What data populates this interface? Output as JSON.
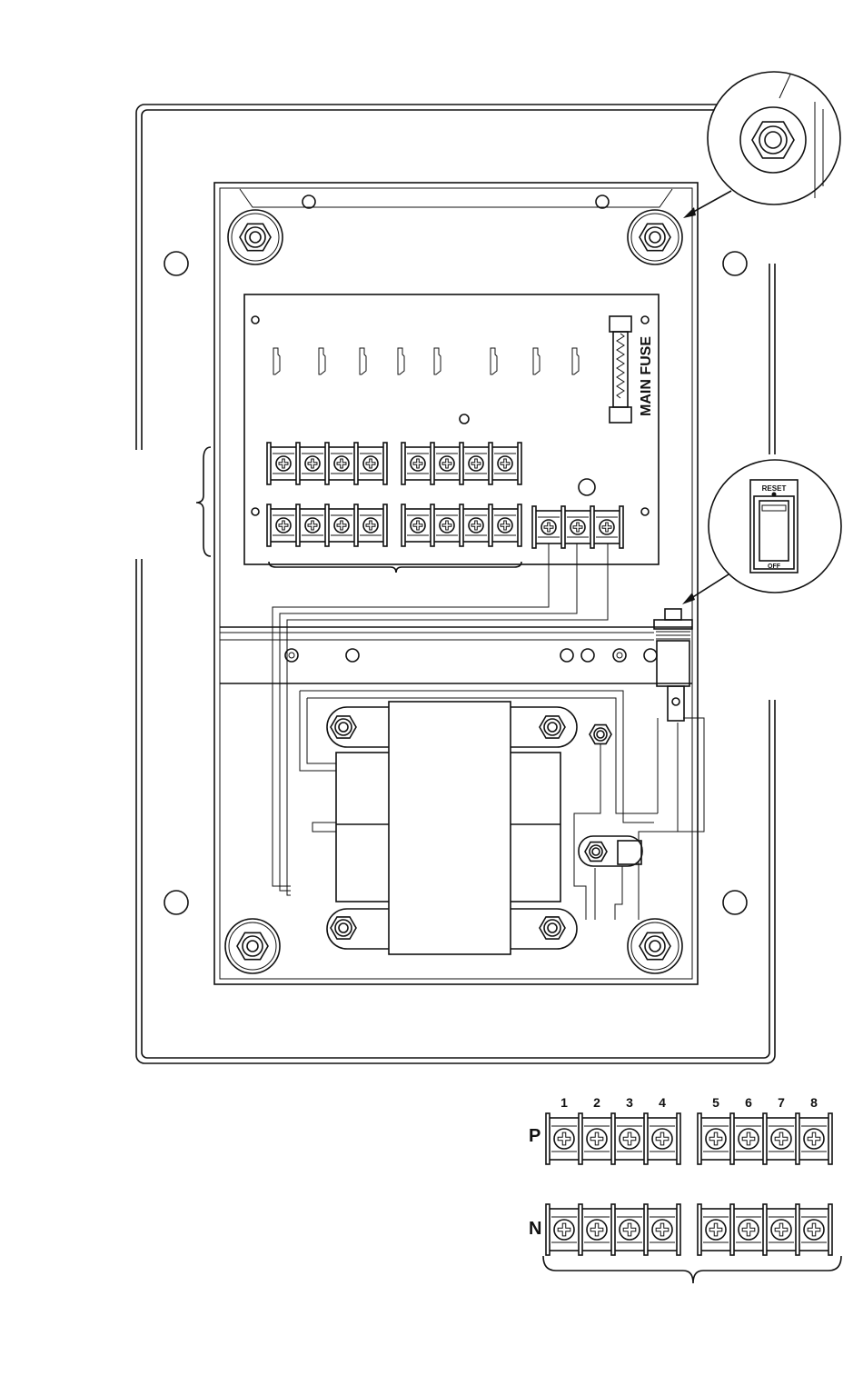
{
  "labels": {
    "main_fuse": "MAIN FUSE",
    "reset": "RESET",
    "off": "OFF",
    "row_p": "P",
    "row_n": "N"
  },
  "terminal_numbers": [
    "1",
    "2",
    "3",
    "4",
    "5",
    "6",
    "7",
    "8"
  ],
  "colors": {
    "line": "#111111",
    "background": "#ffffff"
  },
  "icons": [
    "hex-nut-icon",
    "screw-terminal-icon",
    "fuse-icon",
    "rocker-switch-icon"
  ]
}
